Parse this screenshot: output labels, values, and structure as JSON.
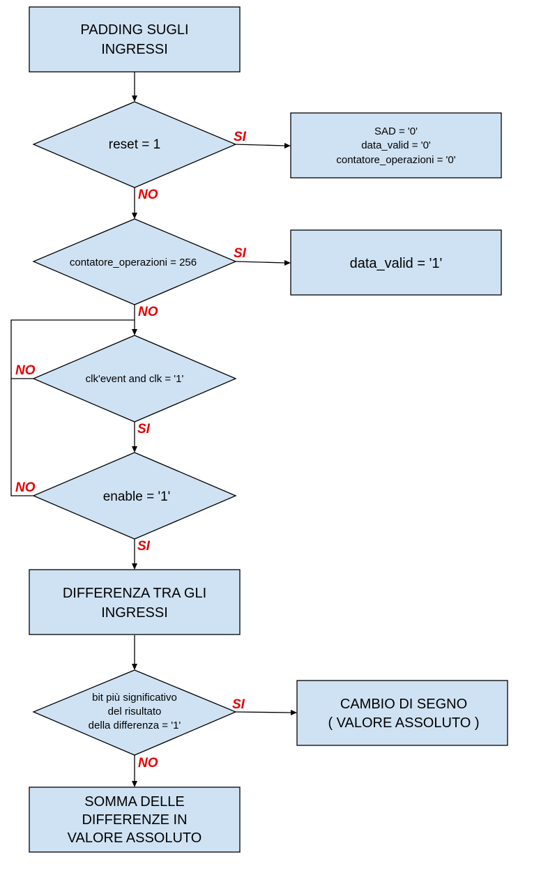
{
  "diagram": {
    "colors": {
      "node_fill": "#cfe2f3",
      "stroke": "#000000",
      "label": "#e60000"
    },
    "nodes": {
      "padding": {
        "shape": "rect",
        "lines": [
          "PADDING SUGLI",
          "INGRESSI"
        ]
      },
      "reset": {
        "shape": "diamond",
        "lines": [
          "reset = 1"
        ]
      },
      "init": {
        "shape": "rect",
        "lines": [
          "SAD = '0'",
          "data_valid = '0'",
          "contatore_operazioni = '0'"
        ]
      },
      "contatore": {
        "shape": "diamond",
        "lines": [
          "contatore_operazioni = 256"
        ]
      },
      "datavalid": {
        "shape": "rect",
        "lines": [
          "data_valid = '1'"
        ]
      },
      "clk": {
        "shape": "diamond",
        "lines": [
          "clk'event and clk = '1'"
        ]
      },
      "enable": {
        "shape": "diamond",
        "lines": [
          "enable = '1'"
        ]
      },
      "differenza": {
        "shape": "rect",
        "lines": [
          "DIFFERENZA TRA GLI",
          "INGRESSI"
        ]
      },
      "msb": {
        "shape": "diamond",
        "lines": [
          "bit più significativo",
          "del risultato",
          "della differenza = '1'"
        ]
      },
      "cambio": {
        "shape": "rect",
        "lines": [
          "CAMBIO DI SEGNO",
          "( VALORE ASSOLUTO )"
        ]
      },
      "somma": {
        "shape": "rect",
        "lines": [
          "SOMMA DELLE",
          "DIFFERENZE IN",
          "VALORE ASSOLUTO"
        ]
      }
    },
    "edges": [
      {
        "from": "padding",
        "to": "reset",
        "label": ""
      },
      {
        "from": "reset",
        "to": "init",
        "label": "SI"
      },
      {
        "from": "reset",
        "to": "contatore",
        "label": "NO"
      },
      {
        "from": "contatore",
        "to": "datavalid",
        "label": "SI"
      },
      {
        "from": "contatore",
        "to": "clk",
        "label": "NO"
      },
      {
        "from": "clk",
        "to": "clk",
        "label": "NO"
      },
      {
        "from": "clk",
        "to": "enable",
        "label": "SI"
      },
      {
        "from": "enable",
        "to": "clk",
        "label": "NO"
      },
      {
        "from": "enable",
        "to": "differenza",
        "label": "SI"
      },
      {
        "from": "differenza",
        "to": "msb",
        "label": ""
      },
      {
        "from": "msb",
        "to": "cambio",
        "label": "SI"
      },
      {
        "from": "msb",
        "to": "somma",
        "label": "NO"
      }
    ]
  }
}
